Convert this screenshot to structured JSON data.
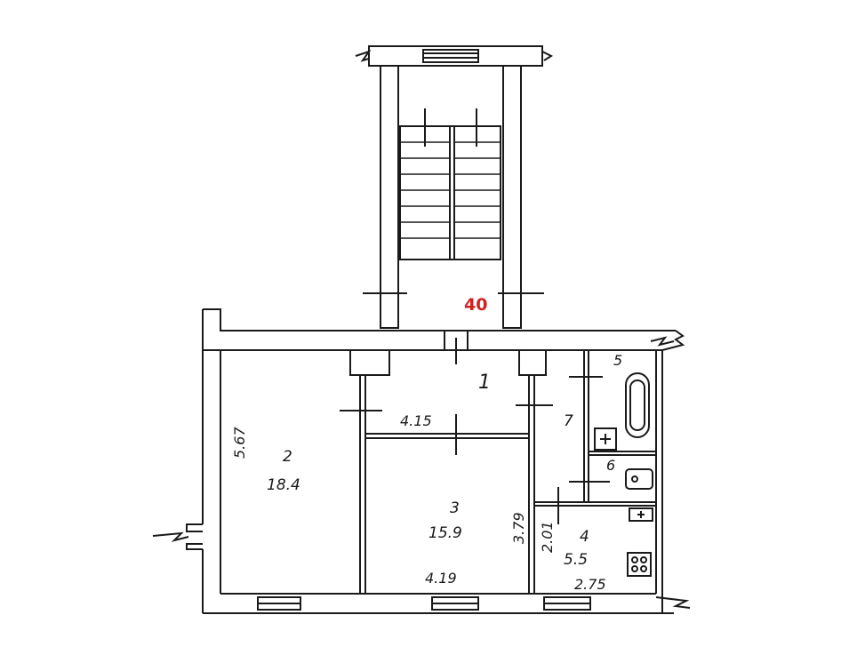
{
  "plan": {
    "flat_number": "40",
    "rooms": [
      {
        "number": "1"
      },
      {
        "number": "2",
        "area": "18.4"
      },
      {
        "number": "3",
        "area": "15.9"
      },
      {
        "number": "4",
        "area": "5.5"
      },
      {
        "number": "5"
      },
      {
        "number": "6"
      },
      {
        "number": "7"
      }
    ],
    "dimensions": {
      "room2_length": "5.67",
      "corridor_width": "4.15",
      "room3_length": "3.79",
      "room3_width": "4.19",
      "room4_length": "2.01",
      "room4_width": "2.75"
    }
  },
  "colors": {
    "ink": "#1a1a1a",
    "flat_number": "#d42020"
  }
}
